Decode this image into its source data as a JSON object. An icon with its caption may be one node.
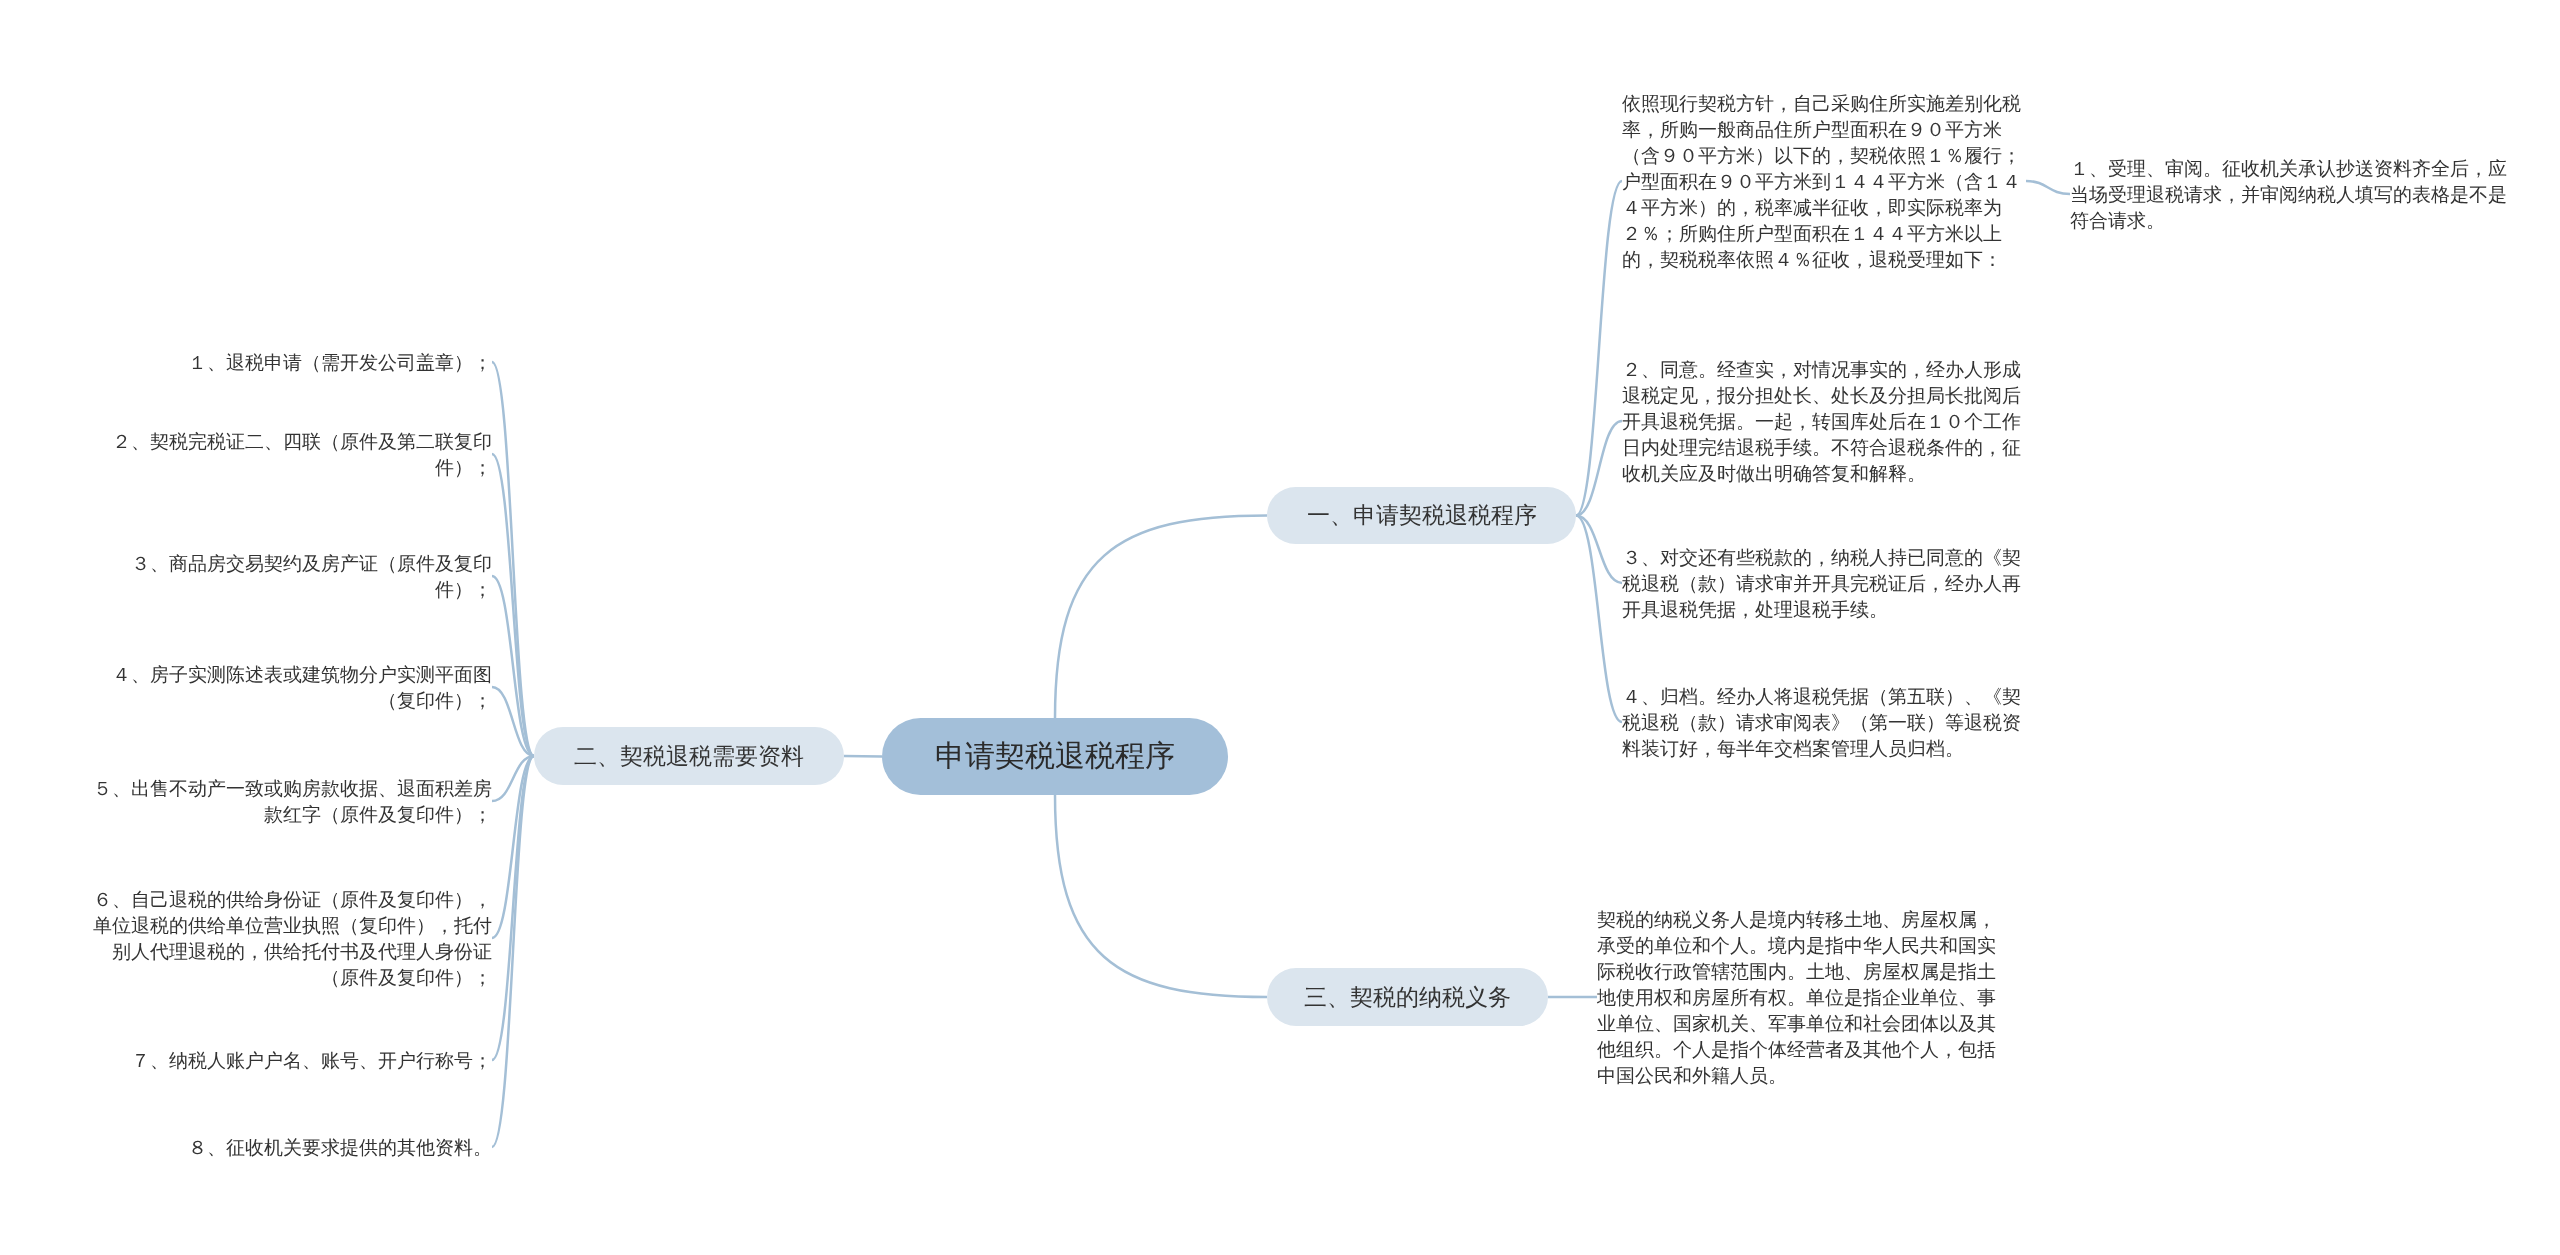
{
  "diagram": {
    "nodes": [
      {
        "text": [
          "申请契税退税程序"
        ]
      },
      {
        "text": [
          "一、申请契税退税程序"
        ]
      },
      {
        "text": [
          "二、契税退税需要资料"
        ]
      },
      {
        "text": [
          "三、契税的纳税义务"
        ]
      },
      {
        "text": [
          "依照现行契税方针，自己采购住所实施差别化税率，所购一般商品住所户型面积在９０平方米（含９０平方米）以下的，契税依照１％履行；户型面积在９０平方米到１４４平方米（含１４４平方米）的，税率减半征收，即实际税率为２％；所购住所户型面积在１４４平方米以上的，契税税率依照４％征收，退税受理如下："
        ]
      },
      {
        "text": [
          "１、受理、审阅。征收机关承认抄送资料齐全后，应当场受理退税请求，并审阅纳税人填写的表格是不是符合请求。"
        ]
      },
      {
        "text": [
          "２、同意。经查实，对情况事实的，经办人形成退税定见，报分担处长、处长及分担局长批阅后开具退税凭据。一起，转国库处后在１０个工作日内处理完结退税手续。不符合退税条件的，征收机关应及时做出明确答复和解释。"
        ]
      },
      {
        "text": [
          "３、对交还有些税款的，纳税人持已同意的《契税退税（款）请求审并开具完税证后，经办人再开具退税凭据，处理退税手续。"
        ]
      },
      {
        "text": [
          "４、归档。经办人将退税凭据（第五联）、《契税退税（款）请求审阅表》（第一联）等退税资料装订好，每半年交档案管理人员归档。"
        ]
      },
      {
        "text": [
          "契税的纳税义务人是境内转移土地、房屋权属，承受的单位和个人。境内是指中华人民共和国实际税收行政管辖范围内。土地、房屋权属是指土地使用权和房屋所有权。单位是指企业单位、事业单位、国家机关、军事单位和社会团体以及其他组织。个人是指个体经营者及其他个人，包括中国公民和外籍人员。"
        ]
      },
      {
        "text": [
          "１、退税申请（需开发公司盖章）；"
        ]
      },
      {
        "text": [
          "２、契税完税证二、四联（原件及第二联复印件）；"
        ]
      },
      {
        "text": [
          "３、商品房交易契约及房产证（原件及复印件）；"
        ]
      },
      {
        "text": [
          "４、房子实测陈述表或建筑物分户实测平面图（复印件）；"
        ]
      },
      {
        "text": [
          "５、出售不动产一致或购房款收据、退面积差房款红字（原件及复印件）；"
        ]
      },
      {
        "text": [
          "６、自己退税的供给身份证（原件及复印件），单位退税的供给单位营业执照（复印件），托付别人代理退税的，供给托付书及代理人身份证（原件及复印件）；"
        ]
      },
      {
        "text": [
          "７、纳税人账户户名、账号、开户行称号；"
        ]
      },
      {
        "text": [
          "８、征收机关要求提供的其他资料。"
        ]
      }
    ],
    "edges": [
      {
        "from": 0,
        "to": 1,
        "arrow": "none"
      },
      {
        "from": 0,
        "to": 2,
        "arrow": "none"
      },
      {
        "from": 0,
        "to": 3,
        "arrow": "none"
      },
      {
        "from": 1,
        "to": 4,
        "arrow": "none"
      },
      {
        "from": 4,
        "to": 5,
        "arrow": "none"
      },
      {
        "from": 1,
        "to": 6,
        "arrow": "none"
      },
      {
        "from": 1,
        "to": 7,
        "arrow": "none"
      },
      {
        "from": 1,
        "to": 8,
        "arrow": "none"
      },
      {
        "from": 3,
        "to": 9,
        "arrow": "none"
      },
      {
        "from": 2,
        "to": 10,
        "arrow": "none"
      },
      {
        "from": 2,
        "to": 11,
        "arrow": "none"
      },
      {
        "from": 2,
        "to": 12,
        "arrow": "none"
      },
      {
        "from": 2,
        "to": 13,
        "arrow": "none"
      },
      {
        "from": 2,
        "to": 14,
        "arrow": "none"
      },
      {
        "from": 2,
        "to": 15,
        "arrow": "none"
      },
      {
        "from": 2,
        "to": 16,
        "arrow": "none"
      },
      {
        "from": 2,
        "to": 17,
        "arrow": "none"
      }
    ]
  }
}
